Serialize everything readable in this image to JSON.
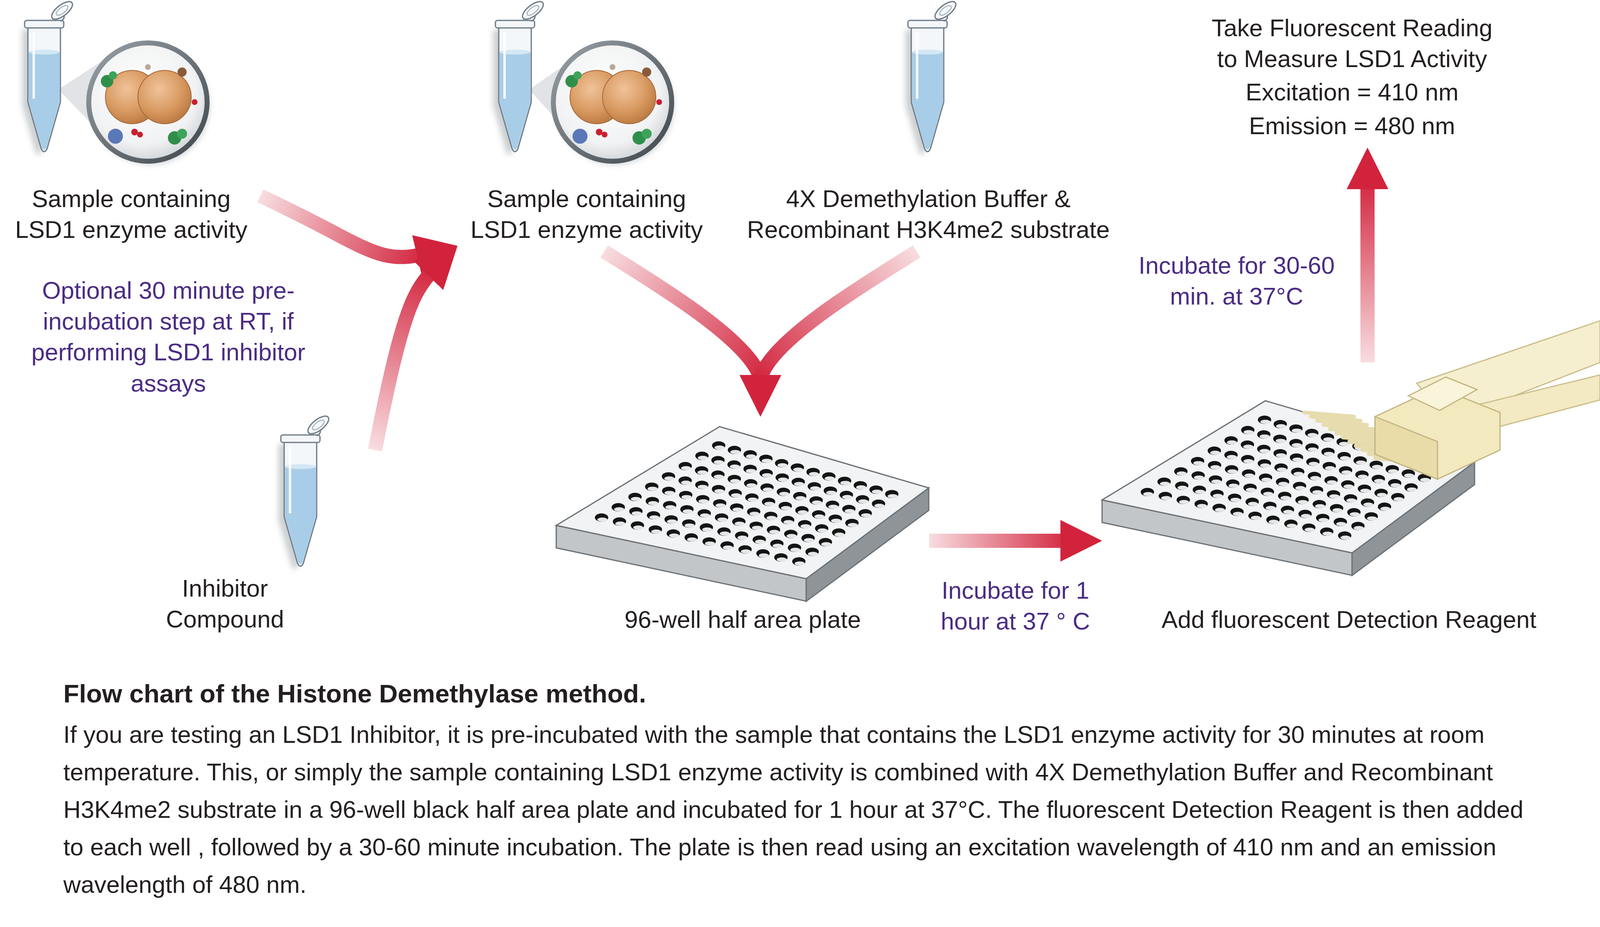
{
  "diagram": {
    "title": "Flow chart of the Histone Demethylase method.",
    "caption": "If you are testing an LSD1 Inhibitor, it is pre-incubated with the sample that contains the LSD1 enzyme activity for 30 minutes at room temperature. This, or simply the sample containing LSD1 enzyme activity is combined with 4X Demethylation Buffer and Recombinant H3K4me2 substrate in a 96-well black half area plate and incubated for 1 hour at 37°C. The fluorescent Detection Reagent is then added to each well , followed by a 30-60 minute incubation. The plate is then read using an excitation wavelength of 410 nm and an emission wavelength of 480 nm.",
    "nodes": [
      {
        "text": [
          "Sample containing LSD1 enzyme activity"
        ]
      },
      {
        "text": [
          "Inhibitor Compound"
        ]
      },
      {
        "text": [
          "Sample containing LSD1 enzyme activity"
        ]
      },
      {
        "text": [
          "4X Demethylation Buffer & Recombinant H3K4me2 substrate"
        ]
      },
      {
        "text": [
          "96-well half area plate"
        ]
      },
      {
        "text": [
          "Add fluorescent Detection Reagent"
        ]
      },
      {
        "text": [
          "Take Fluorescent Reading to Measure LSD1 Activity",
          "Excitation = 410 nm",
          "Emission = 480 nm"
        ]
      }
    ],
    "edges": [
      {
        "from": 0,
        "to": 2,
        "arrow": "to"
      },
      {
        "from": 1,
        "to": 2,
        "arrow": "to"
      },
      {
        "from": 2,
        "to": 4,
        "arrow": "to"
      },
      {
        "from": 3,
        "to": 4,
        "arrow": "to"
      },
      {
        "from": 4,
        "to": 5,
        "label": "Incubate for 1 hour at 37 ° C",
        "arrow": "to"
      },
      {
        "from": 5,
        "to": 6,
        "label": "Incubate for 30-60 min. at 37°C",
        "arrow": "to"
      }
    ],
    "labels": [
      "Optional 30 minute pre-incubation step at RT, if performing LSD1 inhibitor assays"
    ]
  }
}
